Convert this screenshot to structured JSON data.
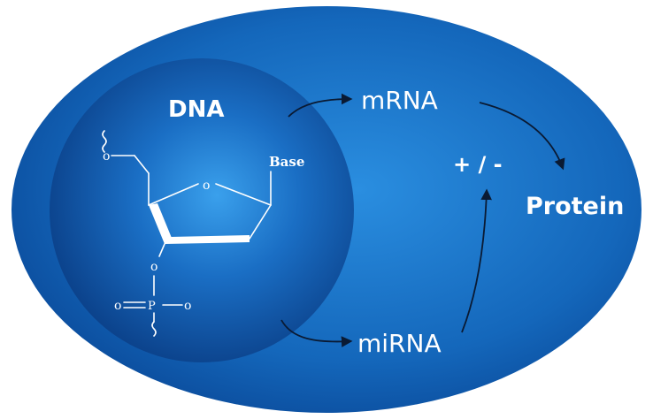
{
  "labels": {
    "dna": "DNA",
    "mrna": "mRNA",
    "protein": "Protein",
    "mirna": "miRNA",
    "regulation": "+ / -"
  },
  "chem": {
    "base": "Base",
    "ring_oxygen": "o",
    "top_oxygen": "o",
    "bottom_oxygen": "o",
    "phosphorus": "P",
    "left_oxygen": "o",
    "right_oxygen": "o"
  },
  "colors": {
    "outer_center": "#1f7fd0",
    "outer_edge": "#0b4fa0",
    "inner_center": "#2a8fe0",
    "inner_edge": "#0a3f86",
    "text": "#ffffff",
    "arrow": "#0a1a33"
  }
}
